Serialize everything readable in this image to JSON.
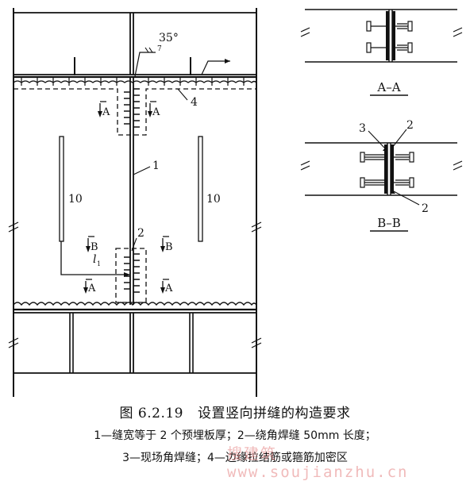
{
  "main_view": {
    "angle": "35°",
    "bevel": "7",
    "ref_1": "1",
    "ref_2": "2",
    "ref_4": "4",
    "ref_10": "10",
    "section_a": "A",
    "section_b": "B",
    "length_symbol": "l",
    "length_sub": "1"
  },
  "section_aa": {
    "label": "A–A"
  },
  "section_bb": {
    "label": "B–B",
    "ref_3": "3",
    "ref_2": "2"
  },
  "caption": {
    "figure_number": "图 6.2.19",
    "title": "设置竖向拼缝的构造要求",
    "legend_line1": "1—缝宽等于 2 个预埋板厚；2—绕角焊缝 50mm 长度；",
    "legend_line2": "3—现场角焊缝；4—边缘拉结筋或箍筋加密区"
  },
  "watermark": "搜建筑 www.soujianzhu.cn"
}
